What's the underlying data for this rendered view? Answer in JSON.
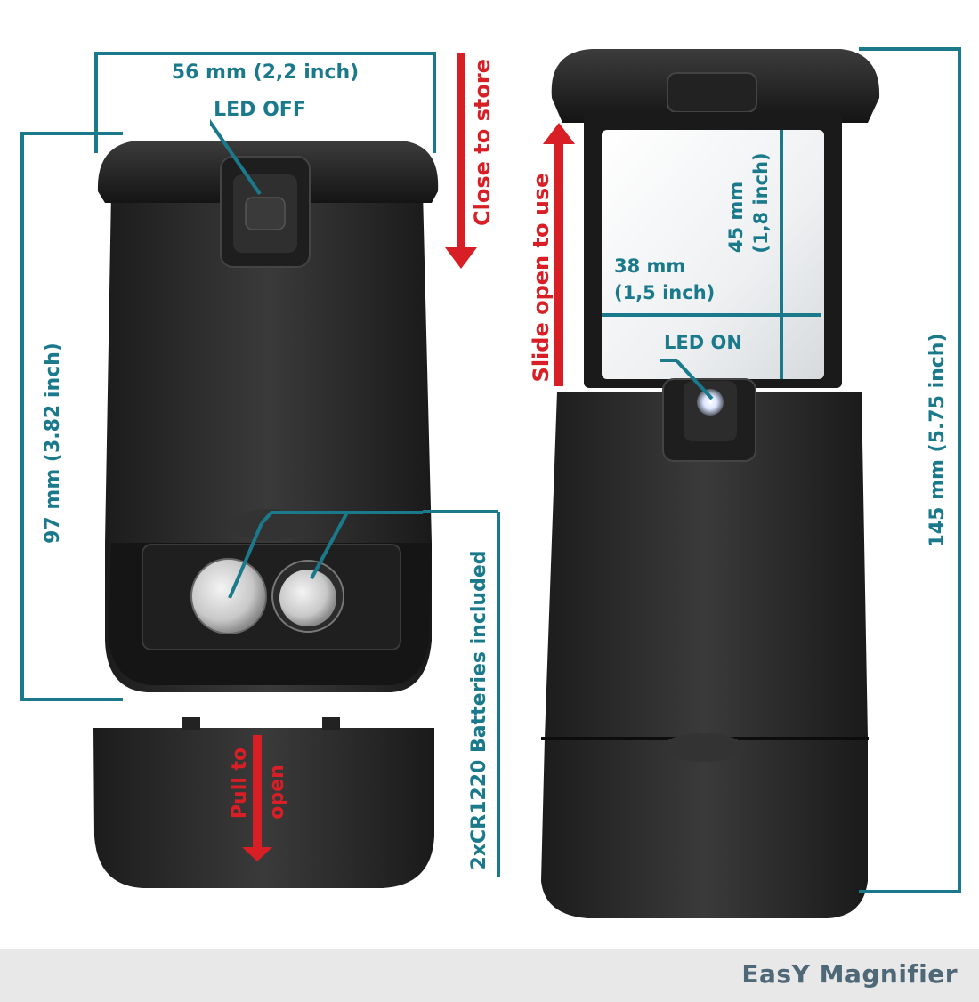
{
  "labels": {
    "width_dim": "56 mm (2,2 inch)",
    "led_off": "LED OFF",
    "close_to_store": "Close to store",
    "height_dim": "97 mm (3.82 inch)",
    "batteries": "2xCR1220 Batteries included",
    "pull_to": "Pull to",
    "open": "open",
    "slide_open": "Slide open to use",
    "lens_height_mm": "45 mm",
    "lens_height_in": "(1,8 inch)",
    "lens_width_mm": "38 mm",
    "lens_width_in": "(1,5 inch)",
    "led_on": "LED ON",
    "total_height": "145 mm (5.75 inch)"
  },
  "footer": {
    "title": "EasY Magnifier"
  },
  "colors": {
    "accent": "#1a7a8c",
    "arrow": "#d91f26",
    "device": "#2a2a2a",
    "footer_bg": "#e8e8e8",
    "footer_text": "#4f6878"
  }
}
